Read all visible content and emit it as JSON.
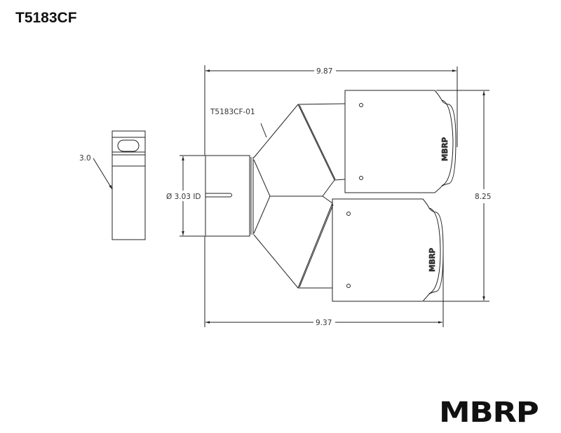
{
  "title": "T5183CF",
  "part_label": "T5183CF-01",
  "dimensions": {
    "overall_length_top": "9.87",
    "overall_length_bottom": "9.37",
    "overall_height": "8.25",
    "inlet_diameter": "Ø 3.03 ID",
    "side_view": "3.0"
  },
  "tip_logo_text": "MBRP",
  "logo": "MBRP"
}
